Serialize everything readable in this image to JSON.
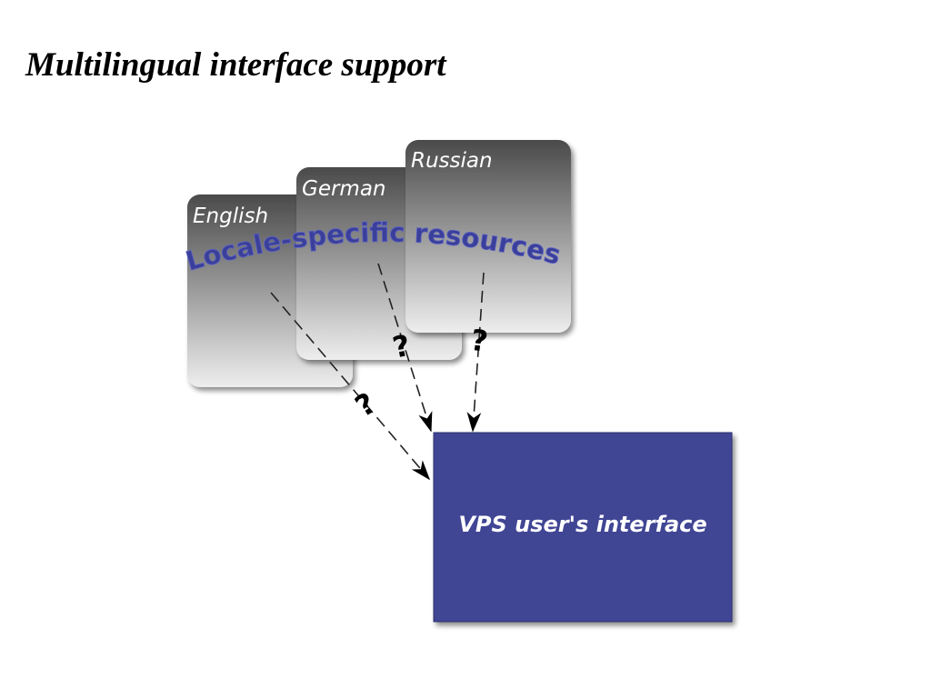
{
  "slide": {
    "title": "Multilingual interface support"
  },
  "diagram": {
    "locale_cards": [
      {
        "label": "English"
      },
      {
        "label": "German"
      },
      {
        "label": "Russian"
      }
    ],
    "resources_label": "Locale-specific resources",
    "unknown_marker": "?",
    "target_box": {
      "label": "VPS user's interface",
      "color": "#3f4494"
    },
    "card_colors": {
      "top": "#4a4a4a",
      "bottom": "#eeeeee"
    }
  }
}
